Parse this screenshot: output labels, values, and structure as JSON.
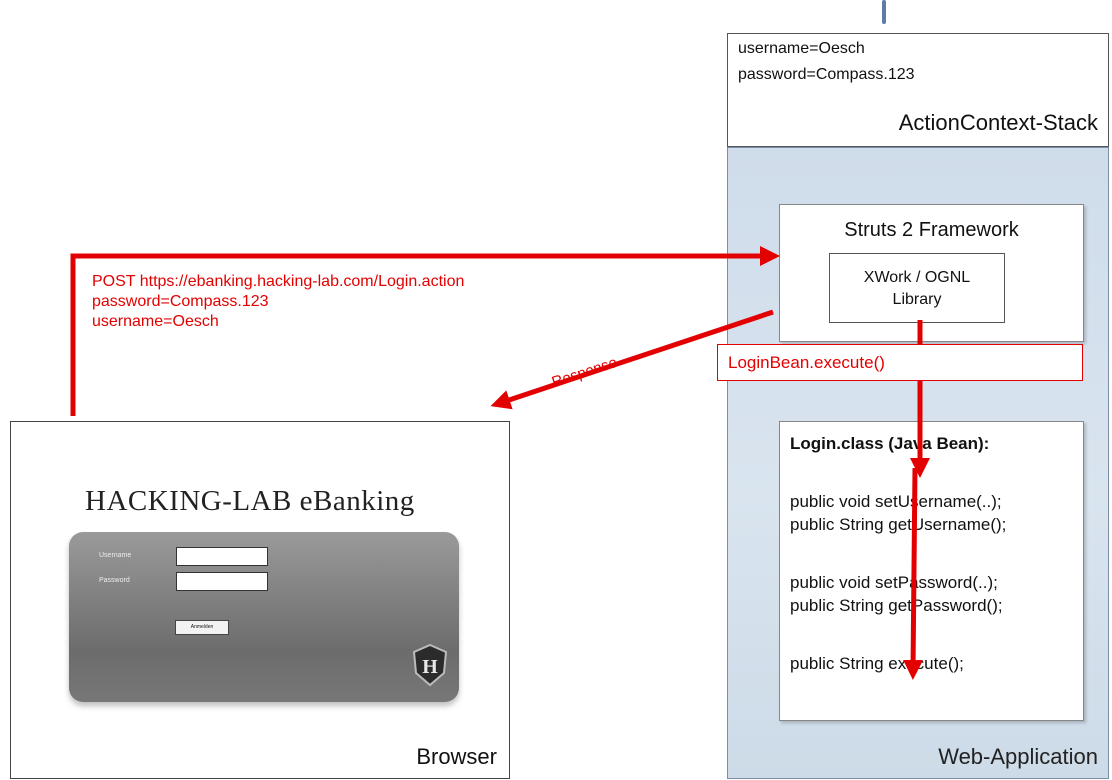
{
  "action_context": {
    "username_line": "username=Oesch",
    "password_line": "password=Compass.123",
    "title": "ActionContext-Stack"
  },
  "web_app": {
    "label": "Web-Application"
  },
  "struts": {
    "title": "Struts 2 Framework",
    "library_line1": "XWork / OGNL",
    "library_line2": "Library"
  },
  "login_bean_call": "LoginBean.execute()",
  "java_bean": {
    "title": "Login.class (Java Bean):",
    "lines": [
      "public void setUsername(..);",
      "public String getUsername();",
      "public void setPassword(..);",
      "public String getPassword();",
      "public String execute();"
    ]
  },
  "request": {
    "line1": "POST https://ebanking.hacking-lab.com/Login.action",
    "line2": "password=Compass.123",
    "line3": "username=Oesch"
  },
  "response_label": "Response",
  "browser": {
    "label": "Browser",
    "bank_title": "HACKING-LAB eBanking",
    "username_label": "Username",
    "password_label": "Password",
    "submit_label": "Anmelden",
    "logo_letter": "H"
  },
  "colors": {
    "arrow": "#e30000",
    "webapp_bg": "#d3dfeb",
    "accent": "#5d7da6"
  }
}
